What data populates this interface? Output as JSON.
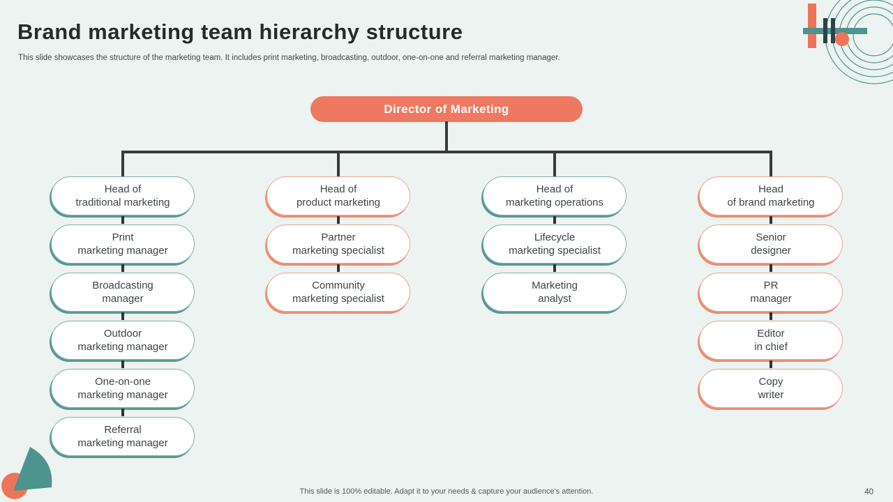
{
  "slide": {
    "title": "Brand marketing team hierarchy structure",
    "subtitle": "This slide showcases the structure of the marketing team. It includes print marketing, broadcasting, outdoor, one-on-one and referral marketing manager.",
    "footer": "This slide is 100% editable. Adapt it to your needs & capture your audience's attention.",
    "page_number": "40"
  },
  "colors": {
    "background": "#ecf3f0",
    "accent_orange": "#ee7960",
    "accent_teal": "#579a93",
    "teal_border": "#7fafa9",
    "orange_border": "#f0a18a",
    "connector_line": "#3a3a3a",
    "node_text": "#3f4447",
    "title_text": "#232b2b"
  },
  "org_chart": {
    "root": {
      "label": "Director of Marketing"
    },
    "columns": [
      {
        "theme": "teal",
        "nodes": [
          {
            "line1": "Head of",
            "line2": "traditional marketing"
          },
          {
            "line1": "Print",
            "line2": "marketing manager"
          },
          {
            "line1": "Broadcasting",
            "line2": "manager"
          },
          {
            "line1": "Outdoor",
            "line2": "marketing manager"
          },
          {
            "line1": "One-on-one",
            "line2": "marketing manager"
          },
          {
            "line1": "Referral",
            "line2": "marketing manager"
          }
        ]
      },
      {
        "theme": "orange",
        "nodes": [
          {
            "line1": "Head of",
            "line2": "product marketing"
          },
          {
            "line1": "Partner",
            "line2": "marketing specialist"
          },
          {
            "line1": "Community",
            "line2": "marketing specialist"
          }
        ]
      },
      {
        "theme": "teal",
        "nodes": [
          {
            "line1": "Head of",
            "line2": "marketing operations"
          },
          {
            "line1": "Lifecycle",
            "line2": "marketing specialist"
          },
          {
            "line1": "Marketing",
            "line2": "analyst"
          }
        ]
      },
      {
        "theme": "orange",
        "nodes": [
          {
            "line1": "Head",
            "line2": "of brand marketing"
          },
          {
            "line1": "Senior",
            "line2": "designer"
          },
          {
            "line1": "PR",
            "line2": "manager"
          },
          {
            "line1": "Editor",
            "line2": "in chief"
          },
          {
            "line1": "Copy",
            "line2": "writer"
          }
        ]
      }
    ]
  }
}
